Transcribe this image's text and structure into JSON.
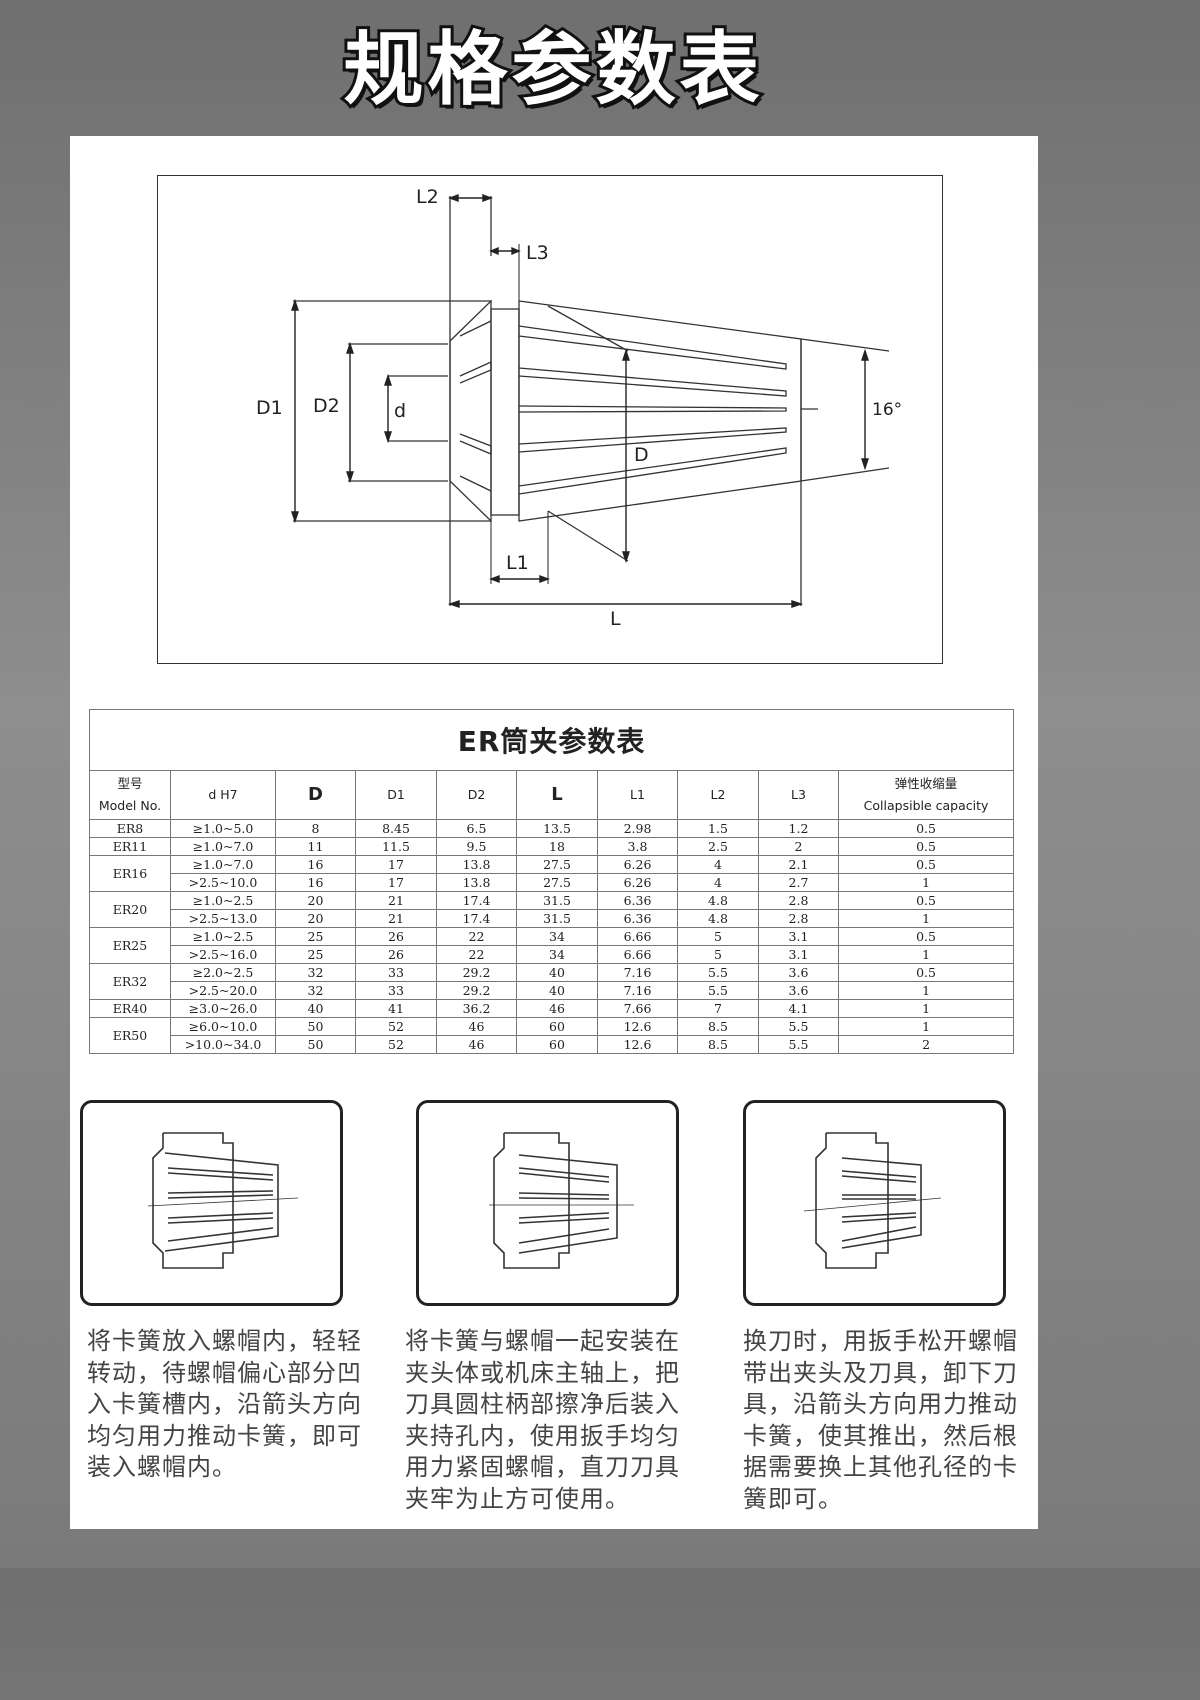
{
  "header": {
    "title": "规格参数表"
  },
  "diagram": {
    "labels": {
      "L2": "L2",
      "L3": "L3",
      "D1": "D1",
      "D2": "D2",
      "d": "d",
      "D": "D",
      "angle": "16°",
      "L1": "L1",
      "L": "L"
    }
  },
  "table": {
    "title": "ER筒夹参数表",
    "headers": {
      "model_cn": "型号",
      "model_en": "Model No.",
      "dh7": "d H7",
      "D": "D",
      "D1": "D1",
      "D2": "D2",
      "L": "L",
      "L1": "L1",
      "L2": "L2",
      "L3": "L3",
      "collapse_cn": "弹性收缩量",
      "collapse_en": "Collapsible capacity"
    },
    "groups": [
      {
        "model": "ER8",
        "rows": [
          [
            "≥1.0~5.0",
            "8",
            "8.45",
            "6.5",
            "13.5",
            "2.98",
            "1.5",
            "1.2",
            "0.5"
          ]
        ]
      },
      {
        "model": "ER11",
        "rows": [
          [
            "≥1.0~7.0",
            "11",
            "11.5",
            "9.5",
            "18",
            "3.8",
            "2.5",
            "2",
            "0.5"
          ]
        ]
      },
      {
        "model": "ER16",
        "rows": [
          [
            "≥1.0~7.0",
            "16",
            "17",
            "13.8",
            "27.5",
            "6.26",
            "4",
            "2.1",
            "0.5"
          ],
          [
            ">2.5~10.0",
            "16",
            "17",
            "13.8",
            "27.5",
            "6.26",
            "4",
            "2.7",
            "1"
          ]
        ]
      },
      {
        "model": "ER20",
        "rows": [
          [
            "≥1.0~2.5",
            "20",
            "21",
            "17.4",
            "31.5",
            "6.36",
            "4.8",
            "2.8",
            "0.5"
          ],
          [
            ">2.5~13.0",
            "20",
            "21",
            "17.4",
            "31.5",
            "6.36",
            "4.8",
            "2.8",
            "1"
          ]
        ]
      },
      {
        "model": "ER25",
        "rows": [
          [
            "≥1.0~2.5",
            "25",
            "26",
            "22",
            "34",
            "6.66",
            "5",
            "3.1",
            "0.5"
          ],
          [
            ">2.5~16.0",
            "25",
            "26",
            "22",
            "34",
            "6.66",
            "5",
            "3.1",
            "1"
          ]
        ]
      },
      {
        "model": "ER32",
        "rows": [
          [
            "≥2.0~2.5",
            "32",
            "33",
            "29.2",
            "40",
            "7.16",
            "5.5",
            "3.6",
            "0.5"
          ],
          [
            ">2.5~20.0",
            "32",
            "33",
            "29.2",
            "40",
            "7.16",
            "5.5",
            "3.6",
            "1"
          ]
        ]
      },
      {
        "model": "ER40",
        "rows": [
          [
            "≥3.0~26.0",
            "40",
            "41",
            "36.2",
            "46",
            "7.66",
            "7",
            "4.1",
            "1"
          ]
        ]
      },
      {
        "model": "ER50",
        "rows": [
          [
            "≥6.0~10.0",
            "50",
            "52",
            "46",
            "60",
            "12.6",
            "8.5",
            "5.5",
            "1"
          ],
          [
            ">10.0~34.0",
            "50",
            "52",
            "46",
            "60",
            "12.6",
            "8.5",
            "5.5",
            "2"
          ]
        ]
      }
    ]
  },
  "steps": [
    {
      "lines": [
        "将卡簧放入螺帽内，轻轻",
        "转动，待螺帽偏心部分凹",
        "入卡簧槽内，沿箭头方向",
        "均匀用力推动卡簧，即可",
        "装入螺帽内。"
      ]
    },
    {
      "lines": [
        "将卡簧与螺帽一起安装在",
        "夹头体或机床主轴上，把",
        "刀具圆柱柄部擦净后装入",
        "夹持孔内，使用扳手均匀",
        "用力紧固螺帽，直刀刀具",
        "夹牢为止方可使用。"
      ]
    },
    {
      "lines": [
        "换刀时，用扳手松开螺帽",
        "带出夹头及刀具，卸下刀",
        "具，沿箭头方向用力推动",
        "卡簧，使其推出，然后根",
        "据需要换上其他孔径的卡",
        "簧即可。"
      ]
    }
  ]
}
